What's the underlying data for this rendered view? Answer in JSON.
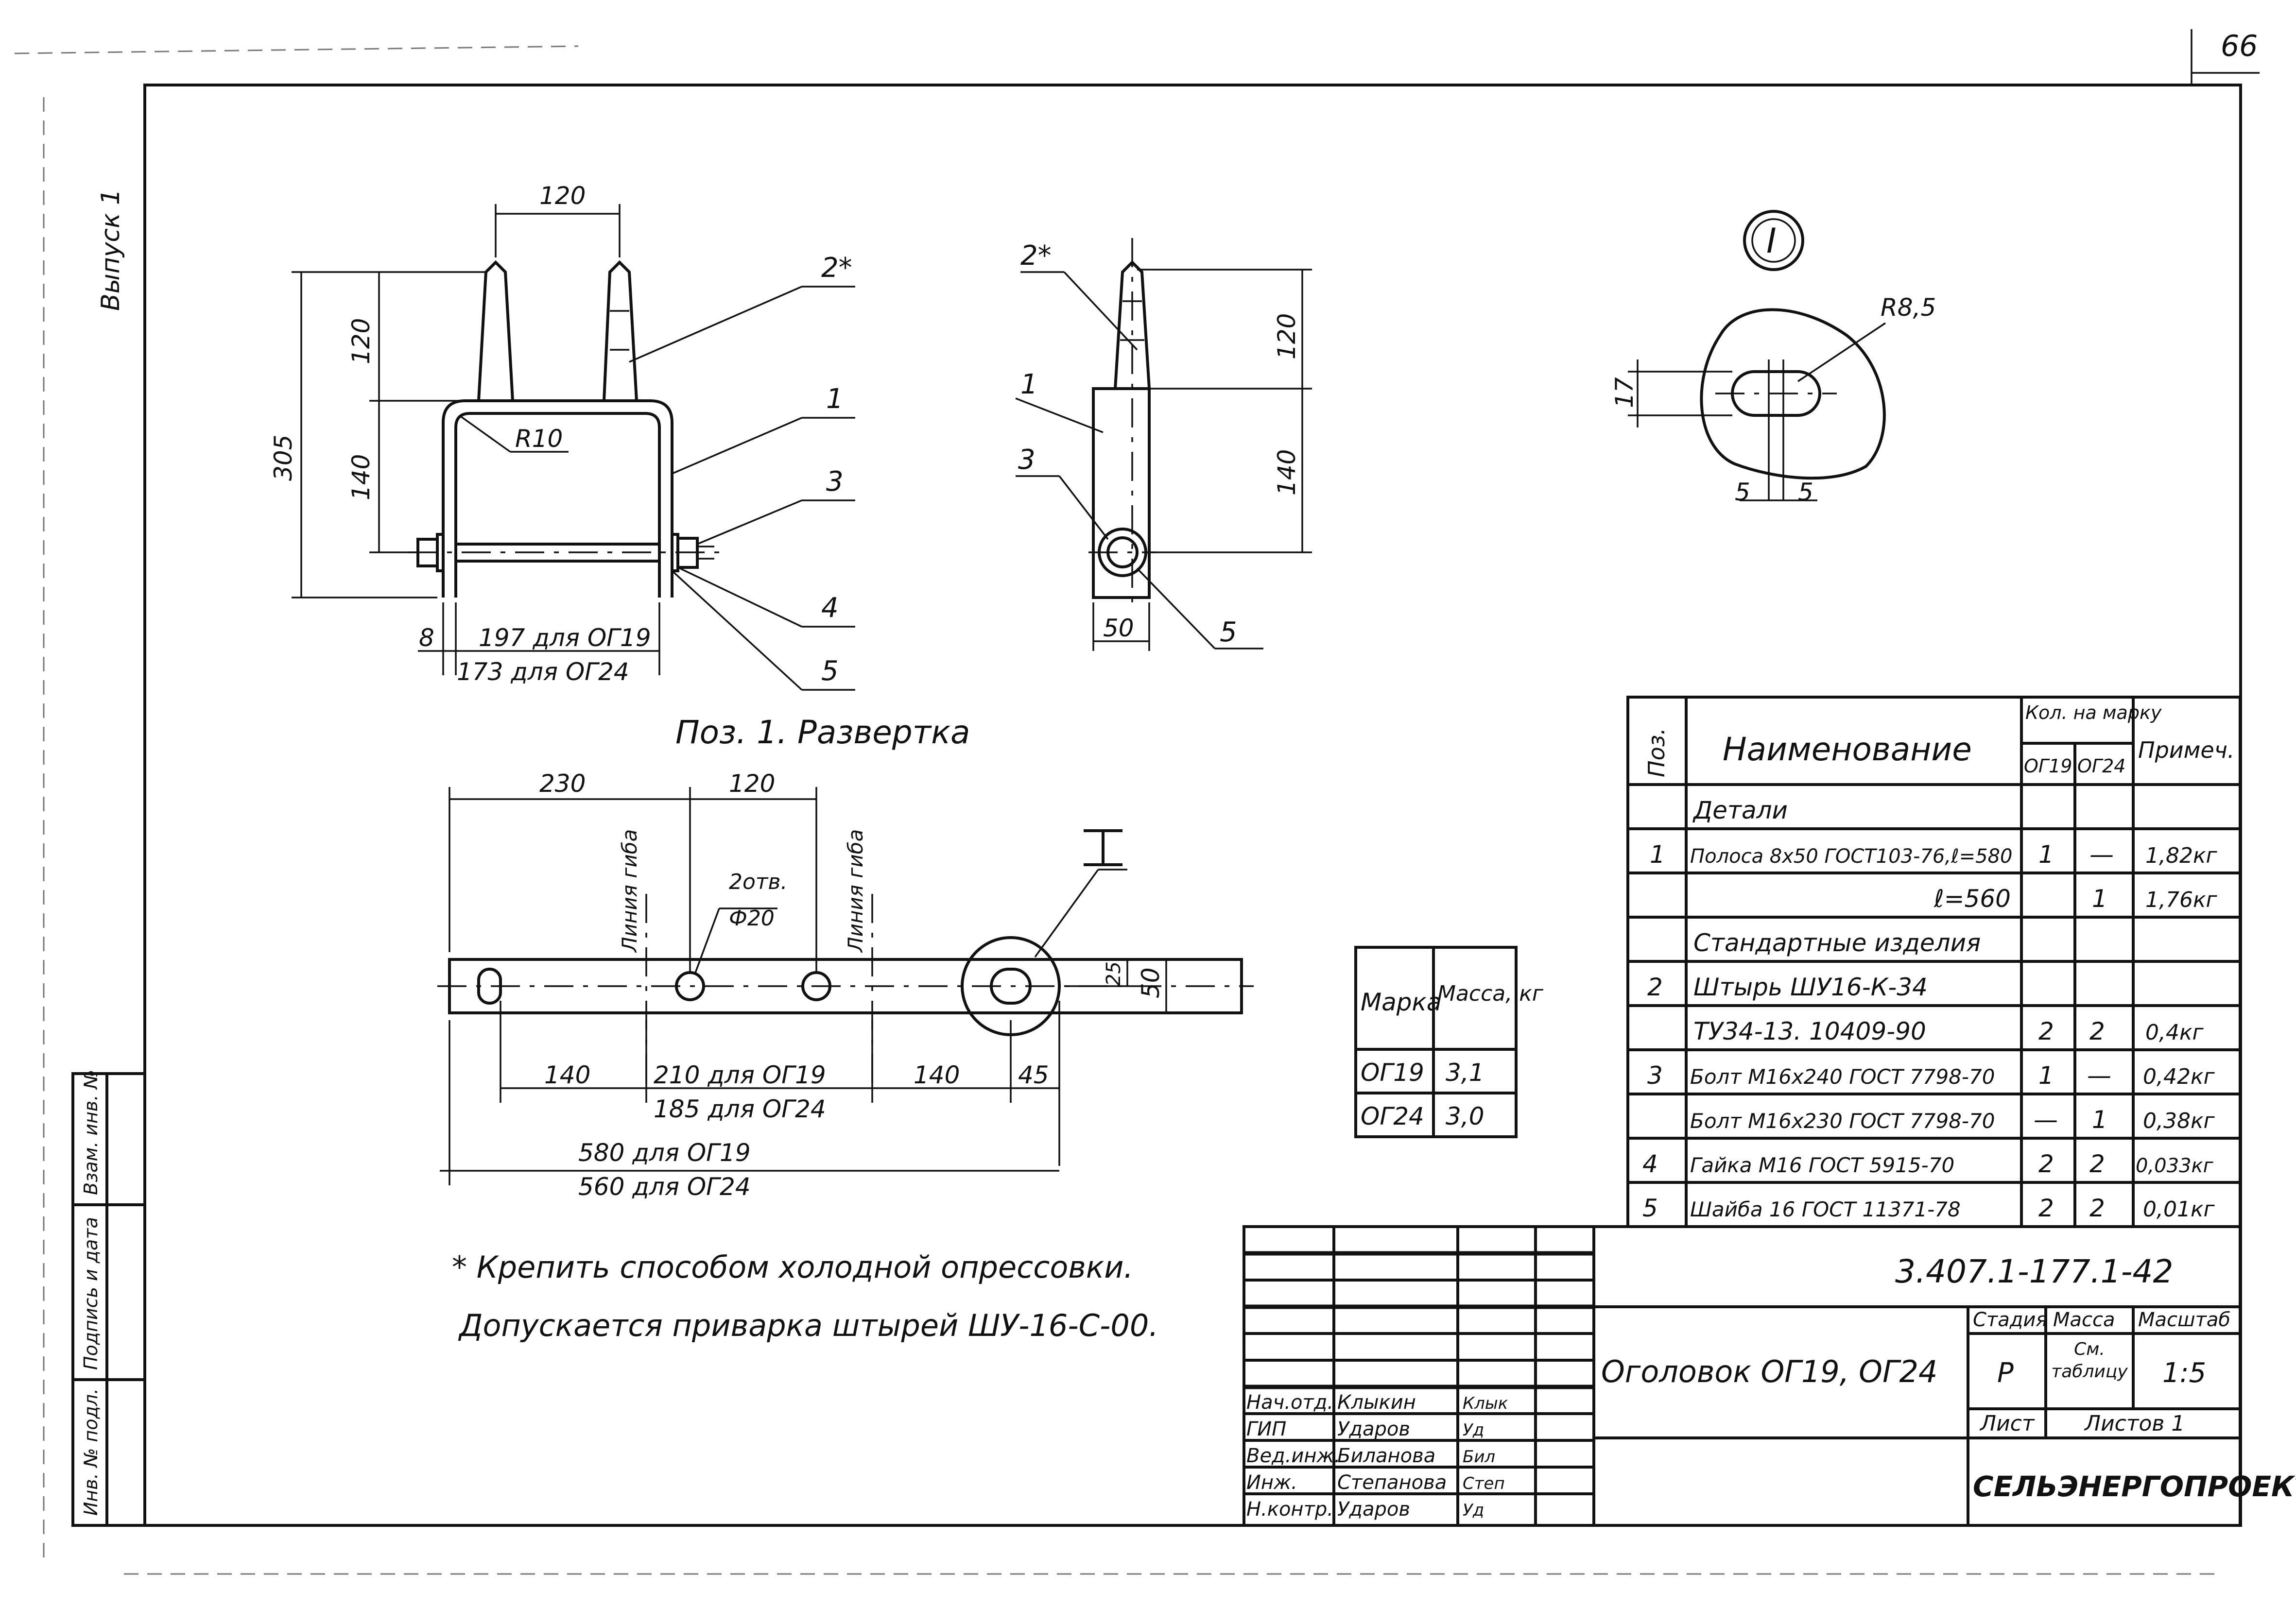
{
  "page_number": "66",
  "side_label": "Выпуск 1",
  "side_stamp": [
    "Инв. № подл.",
    "Подпись и дата",
    "Взам. инв. №"
  ],
  "view1": {
    "caption": "Поз. 1. Развертка",
    "dims": {
      "d120_top": "120",
      "d305": "305",
      "d120_v": "120",
      "d140": "140",
      "d8": "8",
      "d197": "197 для ОГ19",
      "d173": "173 для ОГ24",
      "r10": "R10"
    },
    "callouts": [
      "2*",
      "1",
      "3",
      "4",
      "5"
    ]
  },
  "view2": {
    "dims": {
      "d120": "120",
      "d140": "140",
      "d50": "50"
    },
    "callouts": [
      "2*",
      "1",
      "3",
      "5"
    ]
  },
  "detail": {
    "mark": "I",
    "dims": {
      "r": "R8,5",
      "d17": "17",
      "d5a": "5",
      "d5b": "5"
    }
  },
  "strip": {
    "dims": {
      "d230": "230",
      "d120": "120",
      "d140a": "140",
      "d210": "210 для ОГ19",
      "d185": "185 для ОГ24",
      "d140b": "140",
      "d45": "45",
      "d580": "580 для ОГ19",
      "d560": "560 для ОГ24",
      "d25": "25",
      "d50": "50"
    },
    "bend_label": "Линия гиба",
    "hole_label": "2отв.",
    "hole_dia": "Ф20",
    "detail_mark": "I"
  },
  "mass_table": {
    "headers": [
      "Марка",
      "Масса, кг"
    ],
    "rows": [
      [
        "ОГ19",
        "3,1"
      ],
      [
        "ОГ24",
        "3,0"
      ]
    ]
  },
  "spec_table": {
    "headers": {
      "pos": "Поз.",
      "name": "Наименование",
      "qty": "Кол. на марку",
      "q1": "ОГ19",
      "q2": "ОГ24",
      "note": "Примеч."
    },
    "rows": [
      {
        "pos": "",
        "name": "Детали",
        "q1": "",
        "q2": "",
        "note": ""
      },
      {
        "pos": "1",
        "name": "Полоса 8x50 ГОСТ103-76,ℓ=580",
        "q1": "1",
        "q2": "—",
        "note": "1,82кг"
      },
      {
        "pos": "",
        "name": "ℓ=560",
        "q1": "",
        "q2": "1",
        "note": "1,76кг"
      },
      {
        "pos": "",
        "name": "Стандартные изделия",
        "q1": "",
        "q2": "",
        "note": ""
      },
      {
        "pos": "2",
        "name": "Штырь ШУ16-К-34",
        "q1": "",
        "q2": "",
        "note": ""
      },
      {
        "pos": "",
        "name": "ТУ34-13. 10409-90",
        "q1": "2",
        "q2": "2",
        "note": "0,4кг"
      },
      {
        "pos": "3",
        "name": "Болт М16х240 ГОСТ 7798-70",
        "q1": "1",
        "q2": "—",
        "note": "0,42кг"
      },
      {
        "pos": "",
        "name": "Болт М16х230 ГОСТ 7798-70",
        "q1": "—",
        "q2": "1",
        "note": "0,38кг"
      },
      {
        "pos": "4",
        "name": "Гайка М16 ГОСТ 5915-70",
        "q1": "2",
        "q2": "2",
        "note": "0,033кг"
      },
      {
        "pos": "5",
        "name": "Шайба 16 ГОСТ 11371-78",
        "q1": "2",
        "q2": "2",
        "note": "0,01кг"
      }
    ]
  },
  "notes": [
    "* Крепить способом холодной опрессовки.",
    "Допускается приварка штырей ШУ-16-С-00."
  ],
  "title_block": {
    "doc_number": "3.407.1-177.1-42",
    "title": "Оголовок ОГ19, ОГ24",
    "col_headers": [
      "Стадия",
      "Масса",
      "Масштаб"
    ],
    "stage": "Р",
    "mass": "См. таблицу",
    "scale": "1:5",
    "sheet_label": "Лист",
    "sheets_label": "Листов 1",
    "org": "СЕЛЬЭНЕРГОПРОЕКТ",
    "signatures": [
      {
        "role": "Нач.отд.",
        "name": "Клыкин",
        "sig": "Клык"
      },
      {
        "role": "ГИП",
        "name": "Ударов",
        "sig": "Уд"
      },
      {
        "role": "Вед.инж.",
        "name": "Биланова",
        "sig": "Бил"
      },
      {
        "role": "Инж.",
        "name": "Степанова",
        "sig": "Степ"
      },
      {
        "role": "Н.контр.",
        "name": "Ударов",
        "sig": "Уд"
      }
    ]
  }
}
